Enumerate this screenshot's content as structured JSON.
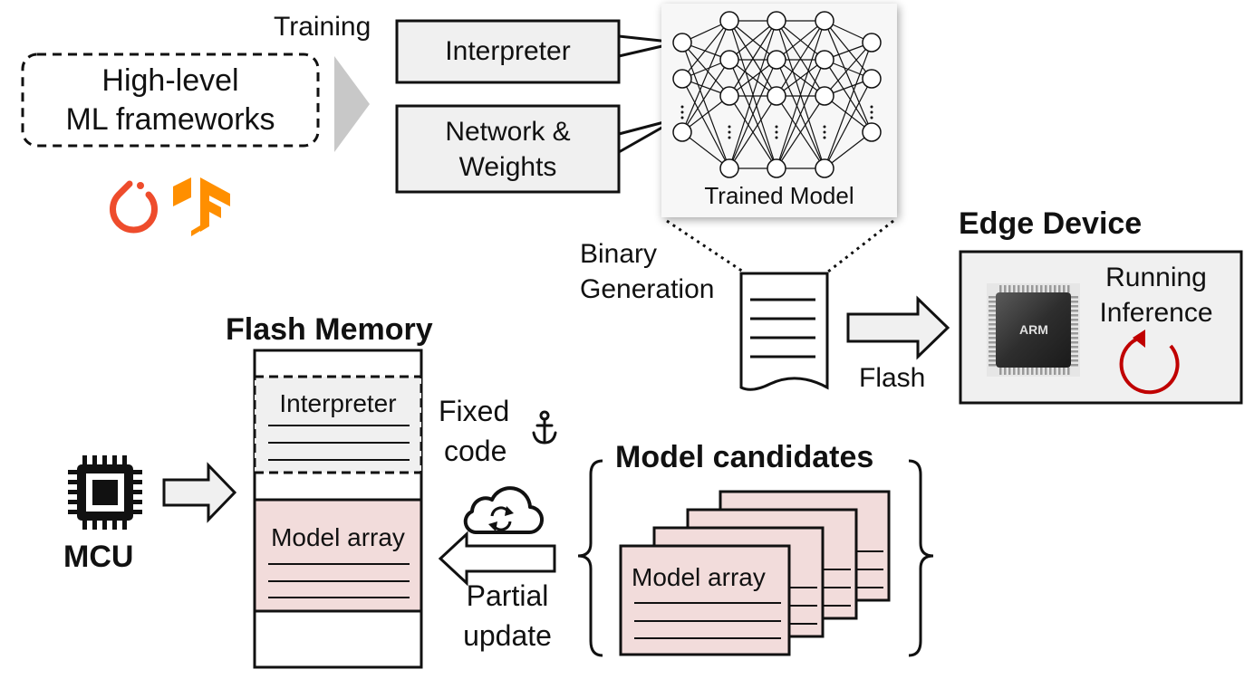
{
  "training_label": "Training",
  "frameworks_box": {
    "line1": "High-level",
    "line2": "ML frameworks"
  },
  "interpreter_box_label": "Interpreter",
  "network_box": {
    "line1": "Network &",
    "line2": "Weights"
  },
  "trained_model_label": "Trained Model",
  "binary_generation": {
    "line1": "Binary",
    "line2": "Generation"
  },
  "edge_device": {
    "title": "Edge Device",
    "chip_label": "ARM",
    "running_line1": "Running",
    "running_line2": "Inference"
  },
  "flash_label": "Flash",
  "flash_memory": {
    "title": "Flash Memory",
    "interpreter_label": "Interpreter",
    "model_array_label": "Model array"
  },
  "fixed_code": {
    "line1": "Fixed",
    "line2": "code"
  },
  "mcu_label": "MCU",
  "model_candidates": {
    "title": "Model candidates",
    "card_label": "Model array"
  },
  "partial_update": {
    "line1": "Partial",
    "line2": "update"
  },
  "colors": {
    "light_gray_box": "#f0f0f0",
    "model_pink": "#f2dcdb",
    "pytorch_red": "#ee4c2c",
    "tensorflow_orange": "#ff8f00",
    "inference_red": "#c00000",
    "arrow_gray": "#c8c8c8"
  },
  "icons": [
    "pytorch-icon",
    "tensorflow-icon",
    "anchor-icon",
    "cloud-sync-icon",
    "mcu-chip-icon",
    "arm-chip-icon",
    "refresh-icon"
  ]
}
